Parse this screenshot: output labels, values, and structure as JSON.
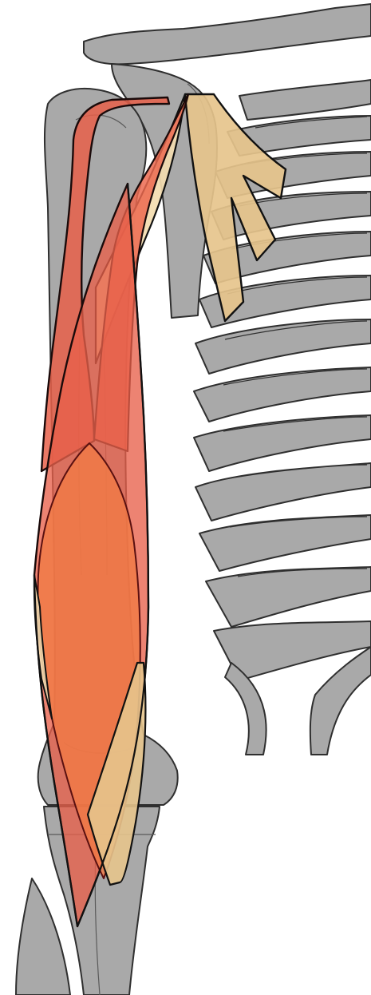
{
  "figure": {
    "colors": {
      "background": "#ffffff",
      "bone_fill": "#a9a9a9",
      "bone_stroke": "#2f2f2f",
      "bone_line": "#5a5a5a",
      "muscle_red": "#e8604a",
      "muscle_red_stroke": "#1a0a0a",
      "muscle_orange": "#f07a45",
      "muscle_orange_stroke": "#5a1010",
      "tendon_beige": "#e6c48c",
      "tendon_stroke": "#111111"
    },
    "elements": [
      {
        "name": "scapula-clavicle-bone"
      },
      {
        "name": "ribcage-bones"
      },
      {
        "name": "humerus-bone"
      },
      {
        "name": "forearm-bones"
      },
      {
        "name": "pectoral-tendon-fan"
      },
      {
        "name": "biceps-long-head-muscle"
      },
      {
        "name": "biceps-short-head-muscle"
      },
      {
        "name": "brachialis-muscle"
      },
      {
        "name": "biceps-belly-muscle"
      }
    ]
  }
}
